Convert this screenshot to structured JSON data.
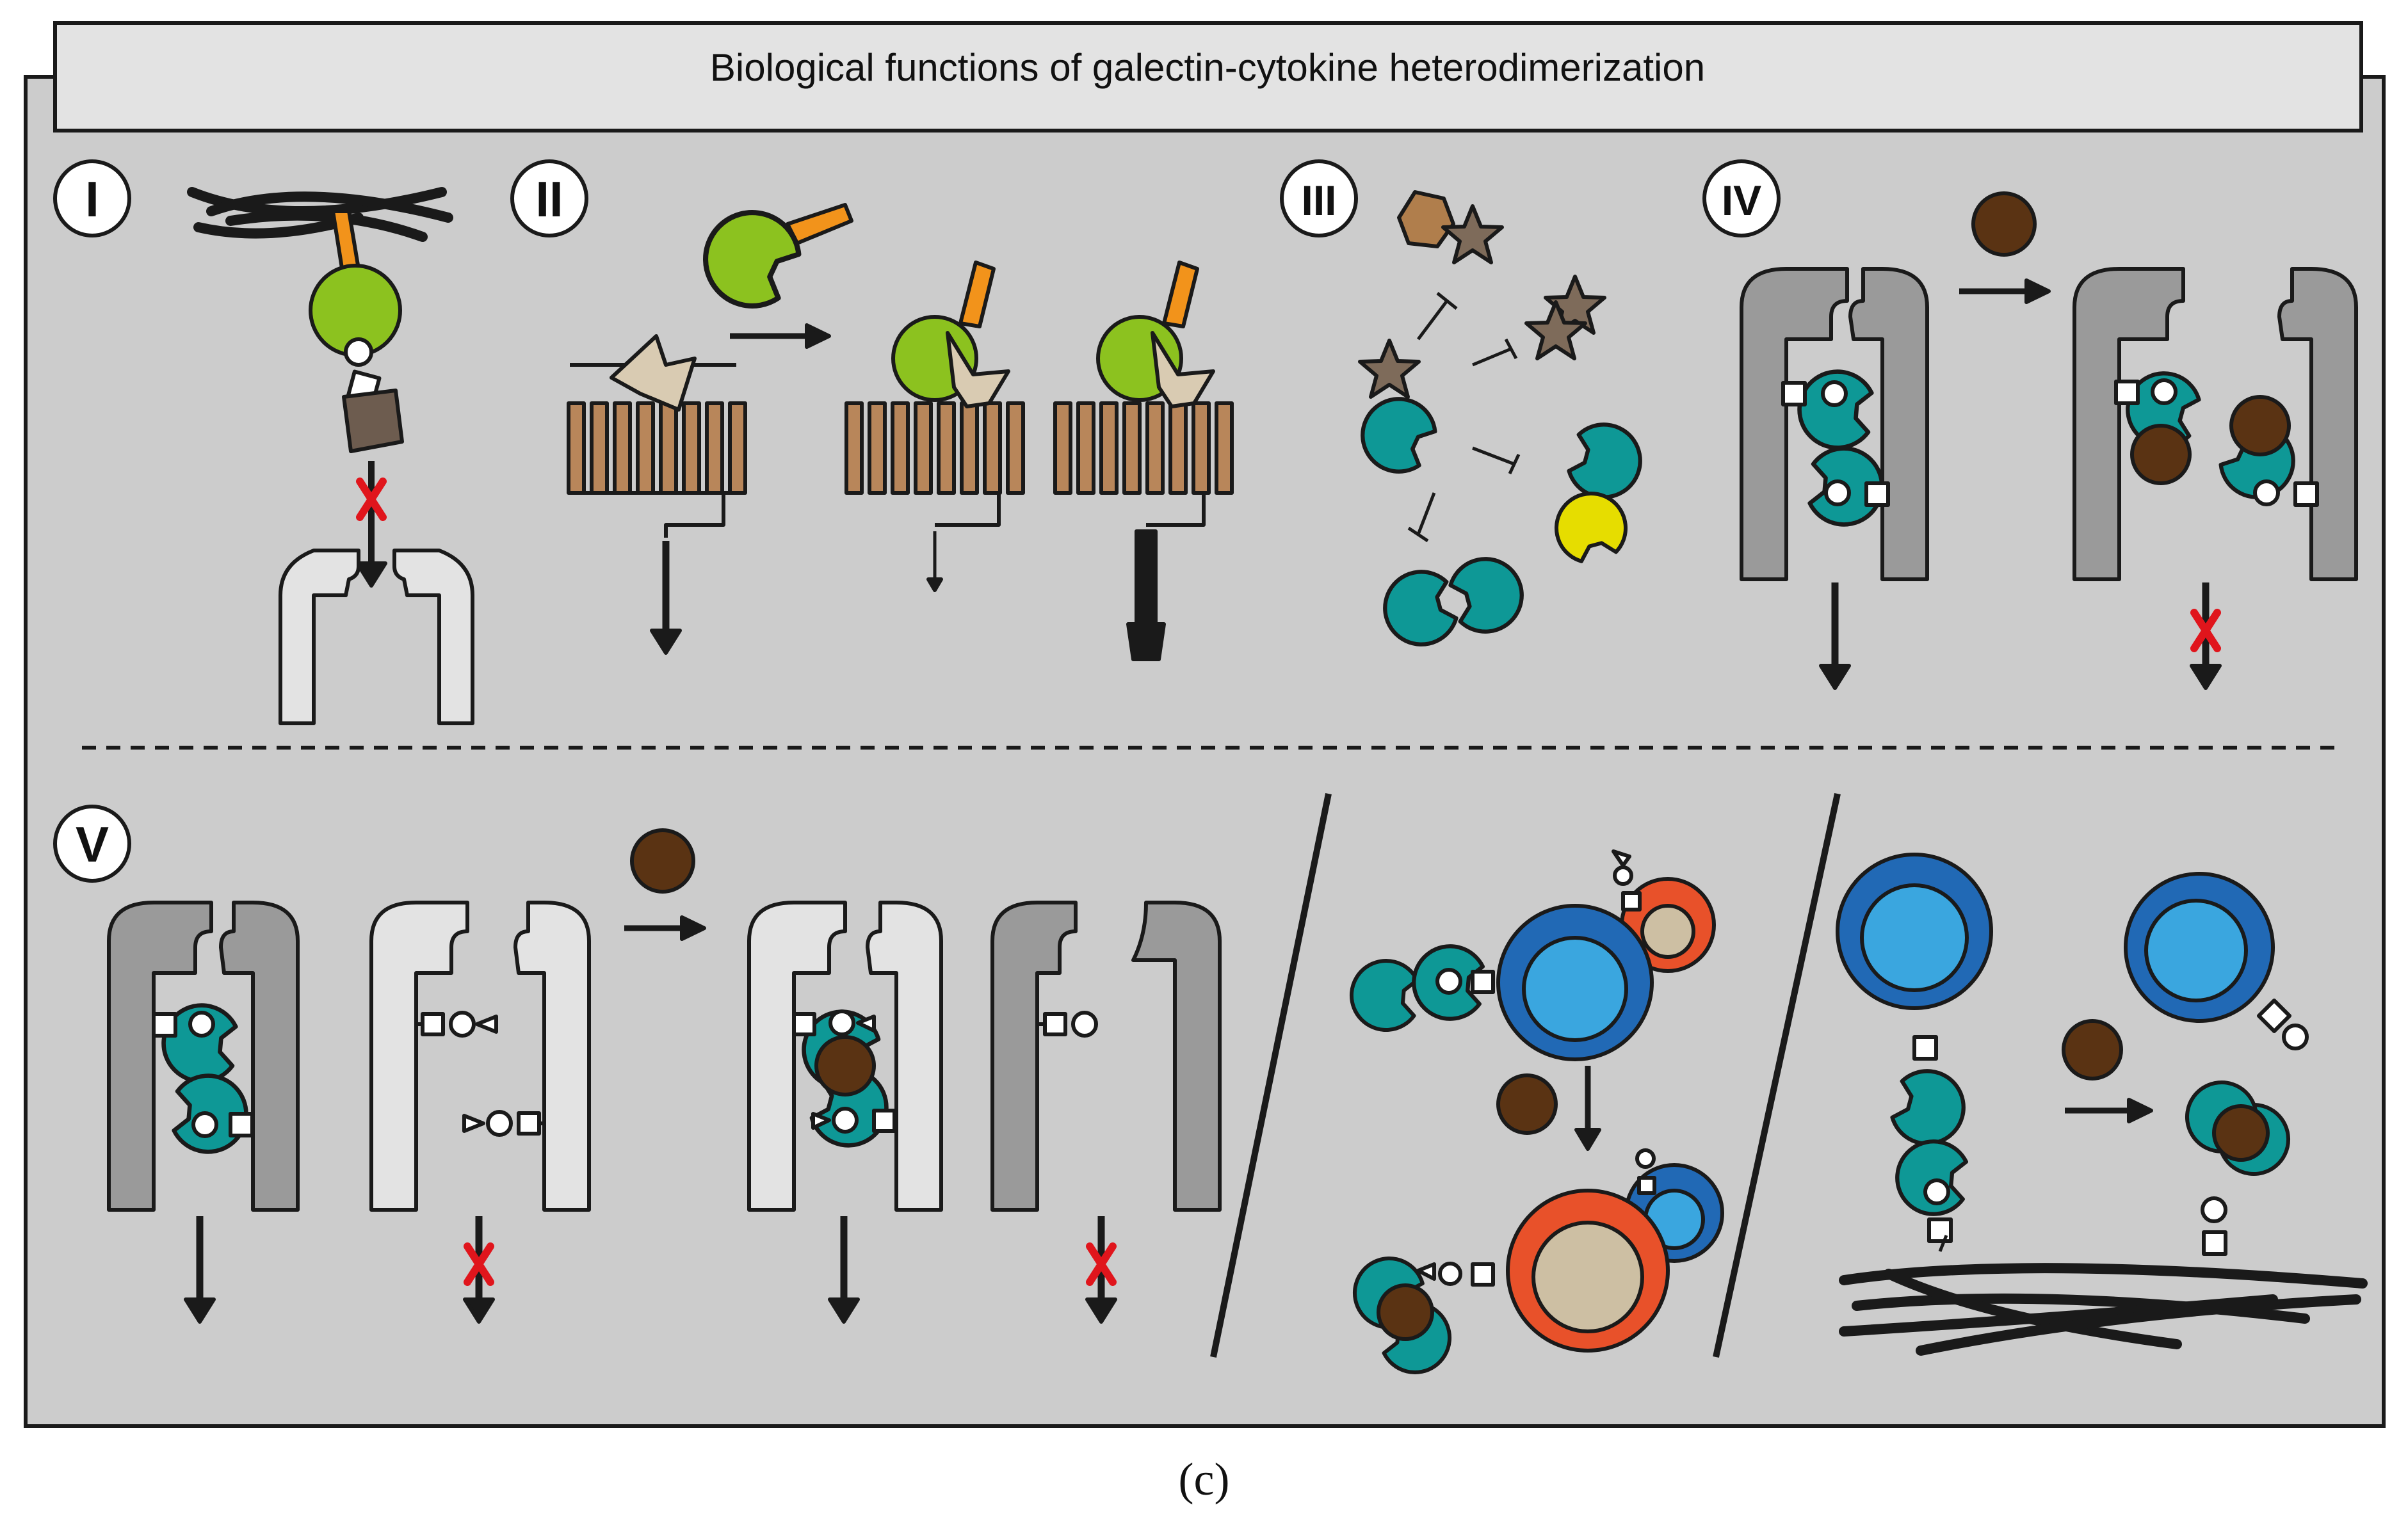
{
  "title": "Biological functions of galectin-cytokine heterodimerization",
  "panels": [
    {
      "label": "I"
    },
    {
      "label": "II"
    },
    {
      "label": "III"
    },
    {
      "label": "IV"
    },
    {
      "label": "V"
    }
  ],
  "caption": "(c)",
  "colors": {
    "panel_bg": "#cccccc",
    "outline": "#1a1a1a",
    "teal_galectin": "#0e9896",
    "green_galectin": "#8cc21f",
    "yellow_galectin": "#e6dd00",
    "orange_stalk": "#f2931b",
    "brown_cytokine": "#5a3313",
    "star_dark": "#7e6b5a",
    "star_light": "#d9cbb2",
    "receptor_dark": "#9a9a9a",
    "receptor_light": "#e3e3e3",
    "gpcr_brown": "#b8865a",
    "cell_blue_outer": "#2169b5",
    "cell_blue_inner": "#3aa6df",
    "cell_red_outer": "#e8512a",
    "cell_red_inner": "#cdbfa3",
    "block_x": "#e0151c"
  }
}
